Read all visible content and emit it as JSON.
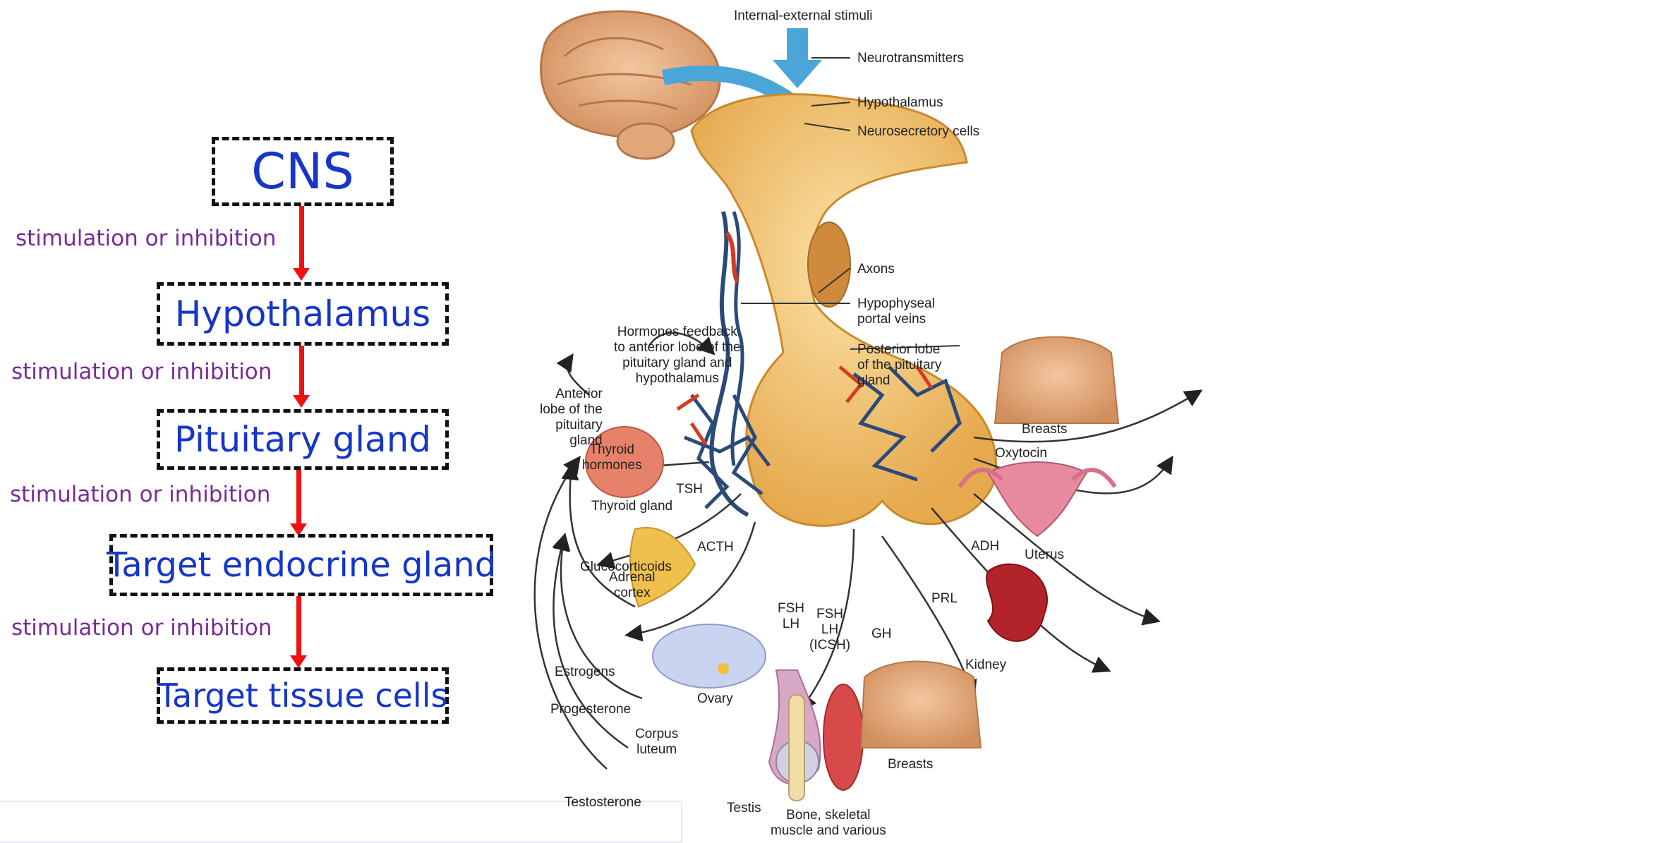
{
  "flowchart": {
    "boxes": [
      "CNS",
      "Hypothalamus",
      "Pituitary gland",
      "Target endocrine gland",
      "Target tissue cells"
    ],
    "step_label": "stimulation or  inhibition",
    "colors": {
      "box_text": "#1536c8",
      "label_text": "#7a2a9a",
      "arrow": "#ee1111"
    }
  },
  "diagram": {
    "labels": {
      "stimuli": "Internal-external stimuli",
      "neurotransmitters": "Neurotransmitters",
      "hypothalamus": "Hypothalamus",
      "neurosecretory": "Neurosecretory cells",
      "axons": "Axons",
      "portal_veins": "Hypophyseal\nportal veins",
      "posterior_lobe": "Posterior lobe\nof the pituitary\ngland",
      "feedback": "Hormones feedback\nto anterior lobe of the\npituitary gland and\nhypothalamus",
      "anterior_lobe": "Anterior\nlobe of the\npituitary\ngland",
      "thyroid_hormones": "Thyroid\nhormones",
      "thyroid_gland": "Thyroid gland",
      "tsh": "TSH",
      "acth": "ACTH",
      "glucocorticoids": "Glucocorticoids",
      "adrenal": "Adrenal\ncortex",
      "fsh_lh_1": "FSH\nLH",
      "fsh_lh_2": "FSH\nLH\n(ICSH)",
      "estrogens": "Estrogens",
      "progesterone": "Progesterone",
      "ovary": "Ovary",
      "corpus": "Corpus\nluteum",
      "testosterone": "Testosterone",
      "testis": "Testis",
      "gh": "GH",
      "bone": "Bone, skeletal\nmuscle and various",
      "prl": "PRL",
      "breasts_lower": "Breasts",
      "adh": "ADH",
      "kidney": "Kidney",
      "oxytocin": "Oxytocin",
      "breasts_upper": "Breasts",
      "uterus": "Uterus"
    },
    "colors": {
      "gland": "#f2c06a",
      "gland_dark": "#c98a2c",
      "artery": "#d83a1e",
      "vein": "#2a4a7a",
      "stimulus_arrow": "#4aa6d8"
    }
  }
}
